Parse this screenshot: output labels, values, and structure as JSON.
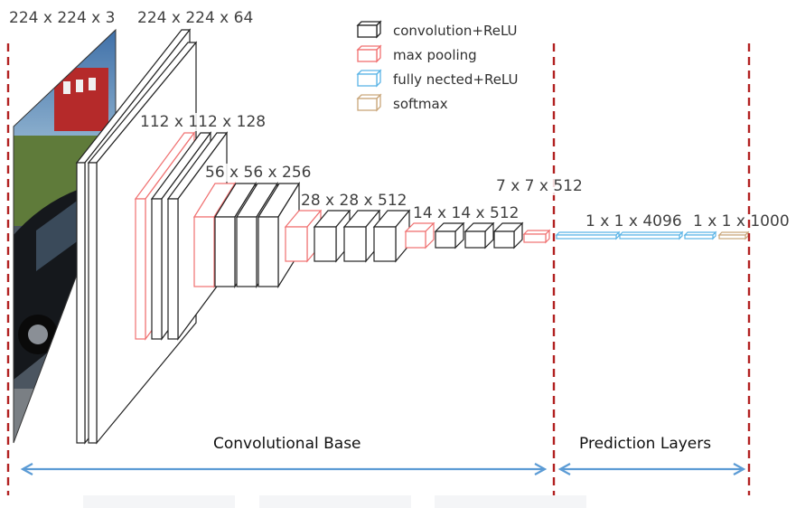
{
  "title": "",
  "legend": [
    {
      "label": "convolution+ReLU",
      "color": "#222222",
      "icon": "black-cube-icon"
    },
    {
      "label": "max pooling",
      "color": "#f07070",
      "icon": "red-cube-icon"
    },
    {
      "label": "fully nected+ReLU",
      "color": "#5ab4e6",
      "icon": "blue-cube-icon"
    },
    {
      "label": "softmax",
      "color": "#c9a67a",
      "icon": "tan-cube-icon"
    }
  ],
  "dimensions": {
    "input": "224 x 224 x 3",
    "conv1": "224 x 224 x 64",
    "conv2": "112 x 112 x 128",
    "conv3": "56 x 56 x 256",
    "conv4": "28 x 28 x 512",
    "conv5": "14 x 14 x 512",
    "pool5": "7 x 7 x 512",
    "fc": "1 x 1 x 4096",
    "softmax": "1 x 1 x 1000"
  },
  "sections": {
    "base": "Convolutional Base",
    "prediction": "Prediction Layers"
  },
  "colors": {
    "conv": "#222222",
    "pool": "#f07070",
    "fc": "#5ab4e6",
    "softmax": "#c9a67a",
    "divider": "#b22222",
    "arrow": "#5b9bd5"
  },
  "input_image": "car-photo"
}
